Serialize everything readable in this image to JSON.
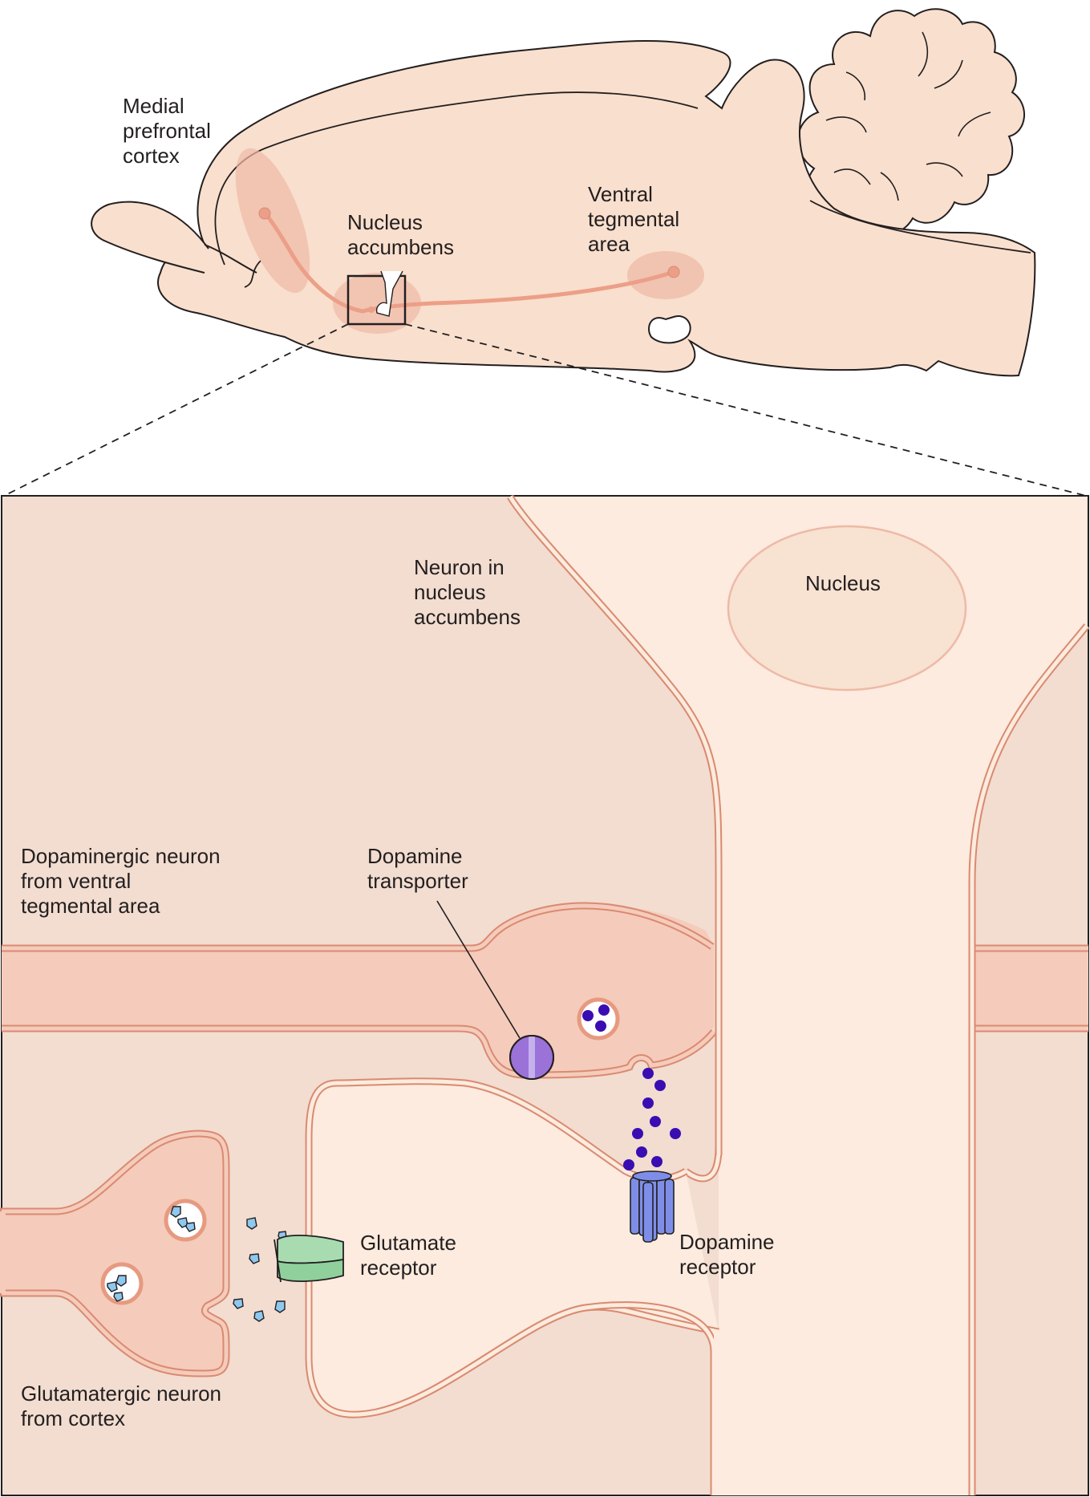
{
  "labels": {
    "mpfc": [
      "Medial",
      "prefrontal",
      "cortex"
    ],
    "nac": [
      "Nucleus",
      "accumbens"
    ],
    "vta": [
      "Ventral",
      "tegmental",
      "area"
    ],
    "nac_neuron": [
      "Neuron in",
      "nucleus",
      "accumbens"
    ],
    "nucleus": "Nucleus",
    "da_neuron": [
      "Dopaminergic neuron",
      "from ventral",
      "tegmental area"
    ],
    "da_transporter": [
      "Dopamine",
      "transporter"
    ],
    "glu_receptor": [
      "Glutamate",
      "receptor"
    ],
    "da_receptor": [
      "Dopamine",
      "receptor"
    ],
    "glu_neuron": [
      "Glutamatergic neuron",
      "from cortex"
    ]
  },
  "colors": {
    "brain_fill": "#f9dfcd",
    "tissue_fill": "#f2ddd0",
    "cell_fill": "#fcebde",
    "axon_fill": "#f5cbbb",
    "membrane": "#d98a70",
    "nucleus_fill": "#f8e2d2",
    "dopamine": "#3a0db3",
    "transporter": "#9a72d8",
    "glutamate": "#8ec8ef",
    "glu_receptor": "#a8dcb0",
    "da_receptor": "#7e8ee8",
    "pathway": "#ec9f88"
  }
}
